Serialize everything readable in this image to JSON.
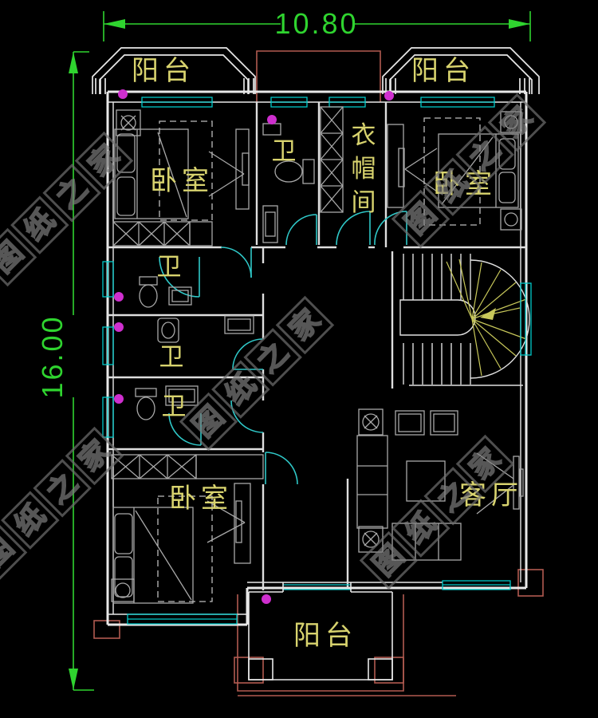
{
  "drawing": {
    "dimensions": {
      "width": "10.80",
      "height": "16.00"
    },
    "room_labels": {
      "balcony_top_left": "阳台",
      "balcony_top_right": "阳台",
      "balcony_bottom": "阳台",
      "bedroom_top_left": "卧室",
      "bedroom_top_right": "卧室",
      "bedroom_bottom": "卧室",
      "bathroom_top": "卫",
      "bathroom_mid_1": "卫",
      "bathroom_mid_2": "卫",
      "bathroom_mid_3": "卫",
      "cloakroom_chars": [
        "衣",
        "帽",
        "间"
      ],
      "living_room": "客厅"
    },
    "watermark_chars": [
      "图",
      "纸",
      "之",
      "家"
    ],
    "colors": {
      "background": "#000000",
      "walls": "#e8e8e8",
      "furniture_gray": "#a8a8a8",
      "dimension_green": "#2fd42f",
      "label_yellow": "#d8d36e",
      "window_cyan": "#00c8c8",
      "accent_red": "#b25b51",
      "dot_magenta": "#cf2fcf",
      "stair_yellow": "#c8c85a"
    }
  }
}
